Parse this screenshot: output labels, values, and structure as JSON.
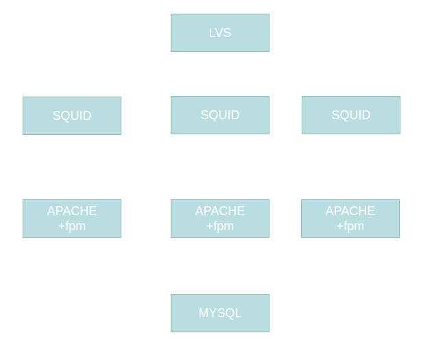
{
  "nodes": {
    "lvs": {
      "line1": "LVS"
    },
    "squid_left": {
      "line1": "SQUID"
    },
    "squid_center": {
      "line1": "SQUID"
    },
    "squid_right": {
      "line1": "SQUID"
    },
    "apache_left": {
      "line1": "APACHE",
      "line2": "+fpm"
    },
    "apache_center": {
      "line1": "APACHE",
      "line2": "+fpm"
    },
    "apache_right": {
      "line1": "APACHE",
      "line2": "+fpm"
    },
    "mysql": {
      "line1": "MYSQL"
    }
  },
  "colors": {
    "node_fill": "#b9dde1",
    "node_border": "#8fb8bd",
    "node_text": "#ffffff"
  }
}
